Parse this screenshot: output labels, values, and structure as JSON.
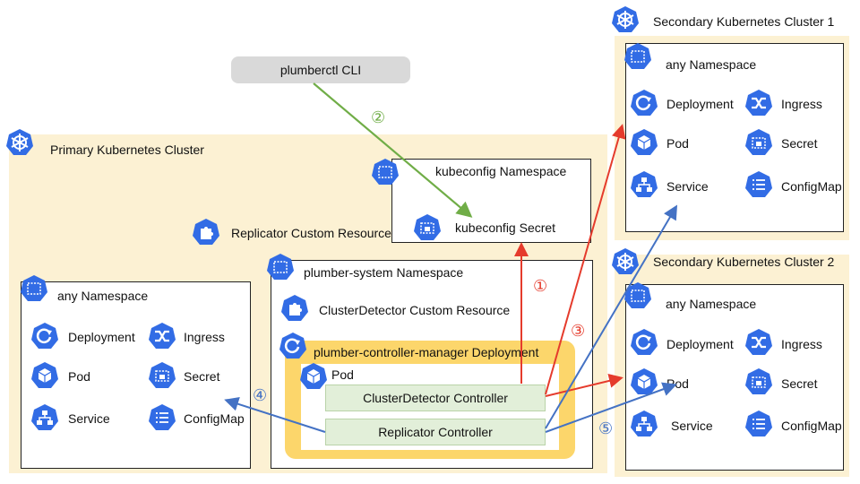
{
  "colors": {
    "cluster_bg": "#fcf1d3",
    "icon_blue": "#326ce5",
    "deployment_highlight": "#fcd66b",
    "controller_fill": "#e2efd9",
    "cli_fill": "#d9d9d9",
    "arrow_red": "#e53b2c",
    "arrow_green": "#70ad47",
    "arrow_blue": "#4472c4"
  },
  "cli": {
    "label": "plumberctl CLI"
  },
  "primary": {
    "title": "Primary Kubernetes Cluster",
    "kubeconfig_ns": {
      "title": "kubeconfig Namespace",
      "secret": "kubeconfig Secret"
    },
    "replicator_cr": "Replicator Custom Resource",
    "any_ns": {
      "title": "any Namespace",
      "deployment": "Deployment",
      "ingress": "Ingress",
      "pod": "Pod",
      "secret": "Secret",
      "service": "Service",
      "configmap": "ConfigMap"
    },
    "plumber_ns": {
      "title": "plumber-system Namespace",
      "cluster_detector_cr": "ClusterDetector Custom Resource",
      "deployment": "plumber-controller-manager Deployment",
      "pod": "Pod",
      "cluster_detector_controller": "ClusterDetector Controller",
      "replicator_controller": "Replicator Controller"
    }
  },
  "secondary1": {
    "title": "Secondary Kubernetes Cluster 1",
    "any_ns": {
      "title": "any Namespace",
      "deployment": "Deployment",
      "ingress": "Ingress",
      "pod": "Pod",
      "secret": "Secret",
      "service": "Service",
      "configmap": "ConfigMap"
    }
  },
  "secondary2": {
    "title": "Secondary Kubernetes Cluster 2",
    "any_ns": {
      "title": "any Namespace",
      "deployment": "Deployment",
      "ingress": "Ingress",
      "pod": "Pod",
      "secret": "Secret",
      "service": "Service",
      "configmap": "ConfigMap"
    }
  },
  "steps": {
    "s1": "①",
    "s2": "②",
    "s3": "③",
    "s4": "④",
    "s5": "⑤"
  }
}
